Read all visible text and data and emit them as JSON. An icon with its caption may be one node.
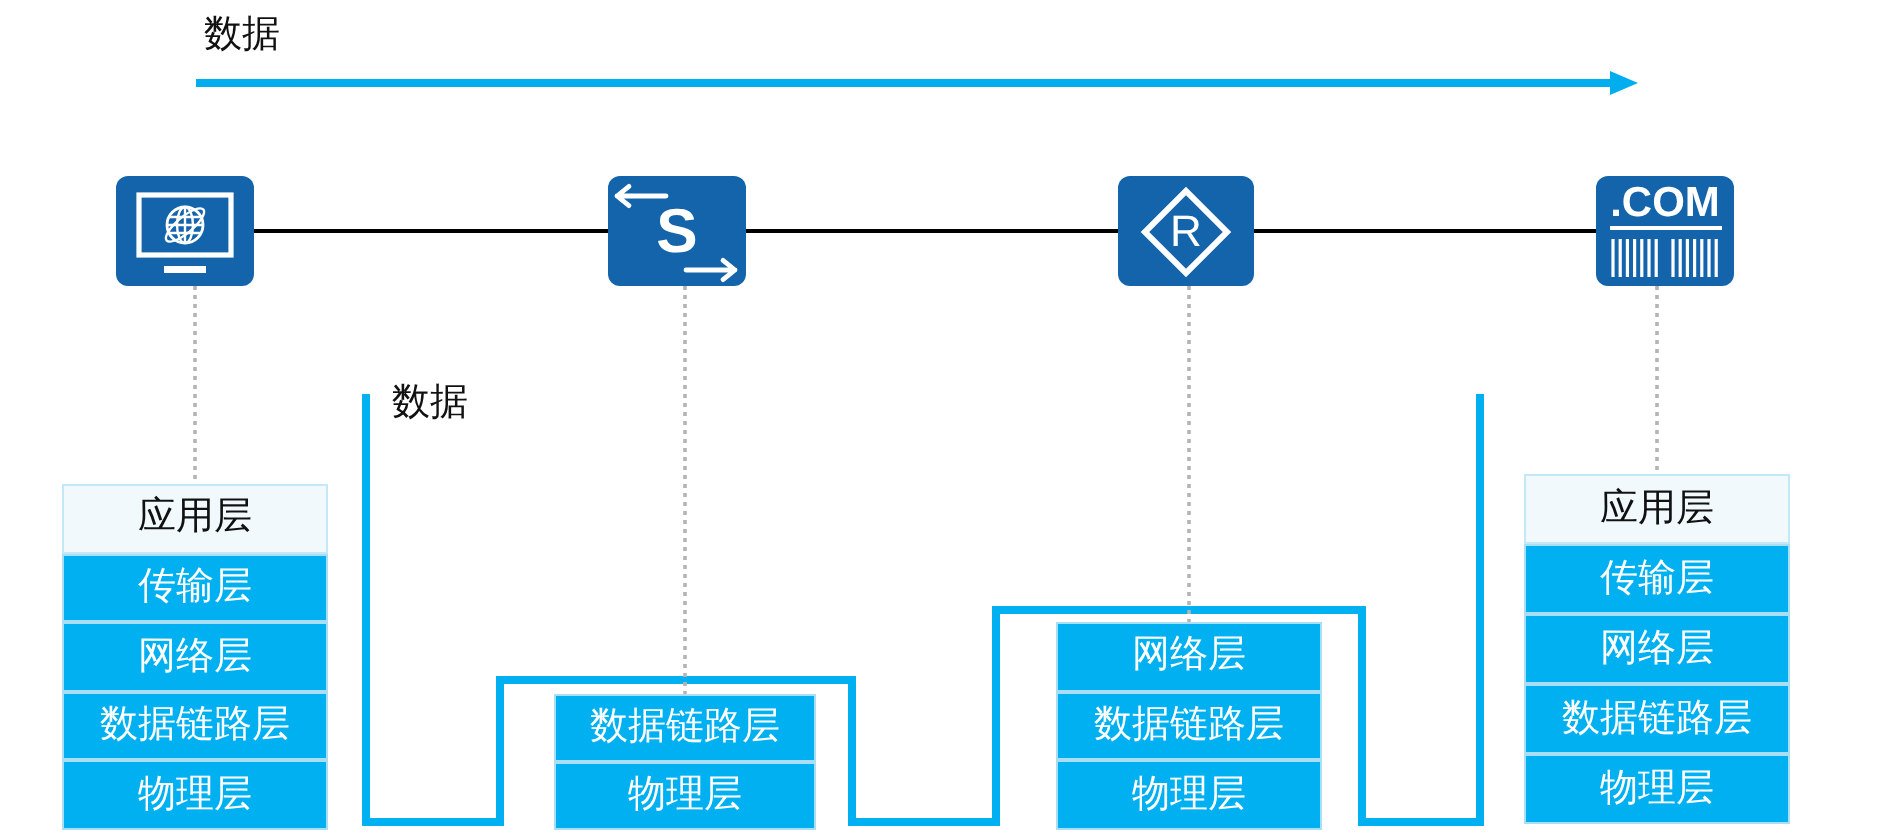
{
  "diagram": {
    "nodes": [
      {
        "text": [],
        "shape": "picture"
      },
      {
        "text": [
          "S"
        ]
      },
      {
        "text": [
          "R"
        ]
      },
      {
        "text": [
          ".COM"
        ]
      },
      {
        "text": [
          "应用层"
        ]
      },
      {
        "text": [
          "传输层"
        ]
      },
      {
        "text": [
          "网络层"
        ]
      },
      {
        "text": [
          "数据链路层"
        ]
      },
      {
        "text": [
          "物理层"
        ]
      },
      {
        "text": [
          "数据链路层"
        ]
      },
      {
        "text": [
          "物理层"
        ]
      },
      {
        "text": [
          "网络层"
        ]
      },
      {
        "text": [
          "数据链路层"
        ]
      },
      {
        "text": [
          "物理层"
        ]
      },
      {
        "text": [
          "应用层"
        ]
      },
      {
        "text": [
          "传输层"
        ]
      },
      {
        "text": [
          "网络层"
        ]
      },
      {
        "text": [
          "数据链路层"
        ]
      },
      {
        "text": [
          "物理层"
        ]
      }
    ],
    "edges": [
      {
        "from": 0,
        "to": 1,
        "arrow": "none",
        "color": "#000000"
      },
      {
        "from": 1,
        "to": 2,
        "arrow": "none",
        "color": "#000000"
      },
      {
        "from": 2,
        "to": 3,
        "arrow": "none",
        "color": "#000000"
      },
      {
        "from": 0,
        "to": 4,
        "arrow": "none",
        "style": "dashed",
        "color": "#b4b4b4"
      },
      {
        "from": 1,
        "to": 9,
        "arrow": "none",
        "style": "dashed",
        "color": "#b4b4b4"
      },
      {
        "from": 2,
        "to": 11,
        "arrow": "none",
        "style": "dashed",
        "color": "#b4b4b4"
      },
      {
        "from": 3,
        "to": 14,
        "arrow": "none",
        "style": "dashed",
        "color": "#b4b4b4"
      }
    ],
    "labels": [
      "数据",
      "数据"
    ]
  }
}
